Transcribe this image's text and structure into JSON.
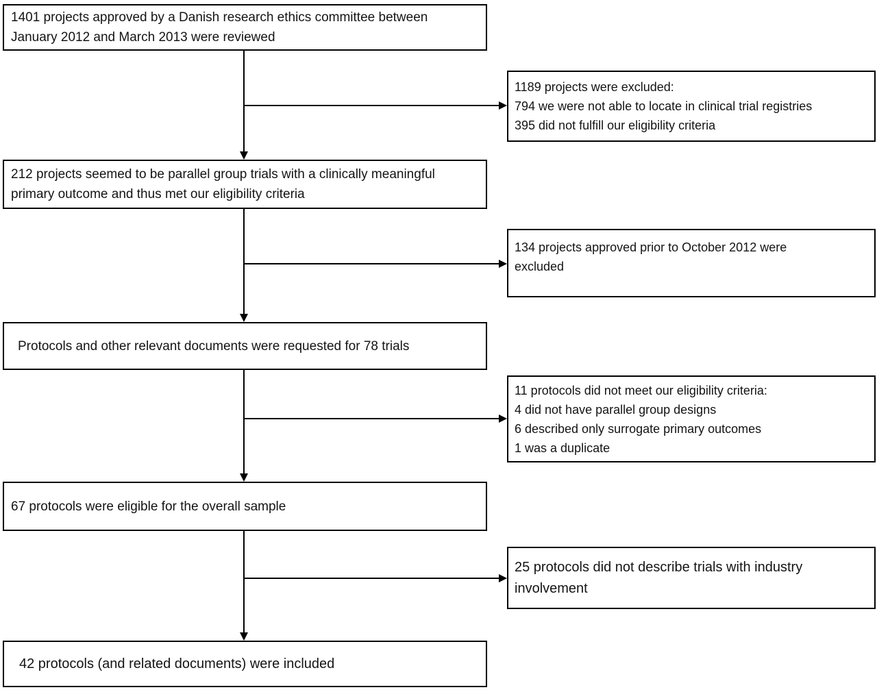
{
  "colors": {
    "border": "#000000",
    "text": "#141414",
    "background": "#ffffff",
    "arrow": "#000000"
  },
  "flowchart": {
    "main": {
      "reviewed": {
        "text": "1401 projects approved by a Danish research ethics committee between January 2012 and March 2013 were reviewed"
      },
      "parallel_group": {
        "text": "212 projects seemed to be parallel group trials with a clinically meaningful primary outcome and thus met our eligibility criteria"
      },
      "requested": {
        "text": "Protocols and other relevant documents were requested for 78 trials"
      },
      "eligible": {
        "text": "67 protocols were eligible for the overall sample"
      },
      "included": {
        "text": "42 protocols (and related documents) were included"
      }
    },
    "exclusions": {
      "excluded_1189": {
        "lines": [
          "1189 projects were excluded:",
          "794 we were not able to locate in clinical trial registries",
          "395 did not fulfill our eligibility criteria"
        ]
      },
      "excluded_134": {
        "text": "134 projects approved prior to October 2012 were excluded"
      },
      "excluded_11": {
        "lines": [
          "11 protocols did not meet our eligibility criteria:",
          "4 did not have parallel group designs",
          "6 described only surrogate primary outcomes",
          "1 was a duplicate"
        ]
      },
      "excluded_25": {
        "text": "25 protocols did not describe trials with industry involvement"
      }
    }
  }
}
